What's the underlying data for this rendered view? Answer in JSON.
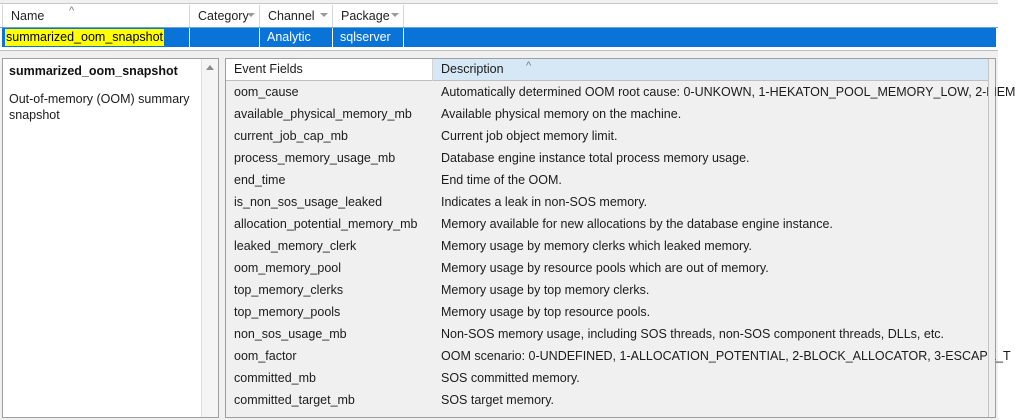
{
  "top_grid": {
    "columns": [
      {
        "label": "Name",
        "sort": "ascending"
      },
      {
        "label": "Category",
        "sort": "none"
      },
      {
        "label": "Channel",
        "sort": "none"
      },
      {
        "label": "Package",
        "sort": "none"
      }
    ],
    "selected_row": {
      "name": "summarized_oom_snapshot",
      "category": "",
      "channel": "Analytic",
      "package": "sqlserver"
    },
    "colors": {
      "selection": "#0a73d8",
      "search_highlight": "#ffff00"
    }
  },
  "left_panel": {
    "title": "summarized_oom_snapshot",
    "description": "Out-of-memory (OOM) summary snapshot",
    "scroll_up_icon": "scroll-up-arrow-icon"
  },
  "fields_table": {
    "columns": [
      {
        "label": "Event Fields",
        "sort": "none"
      },
      {
        "label": "Description",
        "sort": "ascending"
      }
    ],
    "rows": [
      {
        "field": "oom_cause",
        "description": "Automatically determined OOM root cause: 0-UNKOWN, 1-HEKATON_POOL_MEMORY_LOW, 2-MEM"
      },
      {
        "field": "available_physical_memory_mb",
        "description": "Available physical memory on the machine."
      },
      {
        "field": "current_job_cap_mb",
        "description": "Current job object memory limit."
      },
      {
        "field": "process_memory_usage_mb",
        "description": "Database engine instance total process memory usage."
      },
      {
        "field": "end_time",
        "description": "End time of the OOM."
      },
      {
        "field": "is_non_sos_usage_leaked",
        "description": "Indicates a leak in non-SOS memory."
      },
      {
        "field": "allocation_potential_memory_mb",
        "description": "Memory available for new allocations by the database engine instance."
      },
      {
        "field": "leaked_memory_clerk",
        "description": "Memory usage by memory clerks which leaked memory."
      },
      {
        "field": "oom_memory_pool",
        "description": "Memory usage by resource pools which are out of memory."
      },
      {
        "field": "top_memory_clerks",
        "description": "Memory usage by top memory clerks."
      },
      {
        "field": "top_memory_pools",
        "description": "Memory usage by top resource pools."
      },
      {
        "field": "non_sos_usage_mb",
        "description": "Non-SOS memory usage, including SOS threads, non-SOS component threads, DLLs, etc."
      },
      {
        "field": "oom_factor",
        "description": "OOM scenario: 0-UNDEFINED, 1-ALLOCATION_POTENTIAL, 2-BLOCK_ALLOCATOR, 3-ESCAPE_T"
      },
      {
        "field": "committed_mb",
        "description": "SOS committed memory."
      },
      {
        "field": "committed_target_mb",
        "description": "SOS target memory."
      }
    ]
  }
}
